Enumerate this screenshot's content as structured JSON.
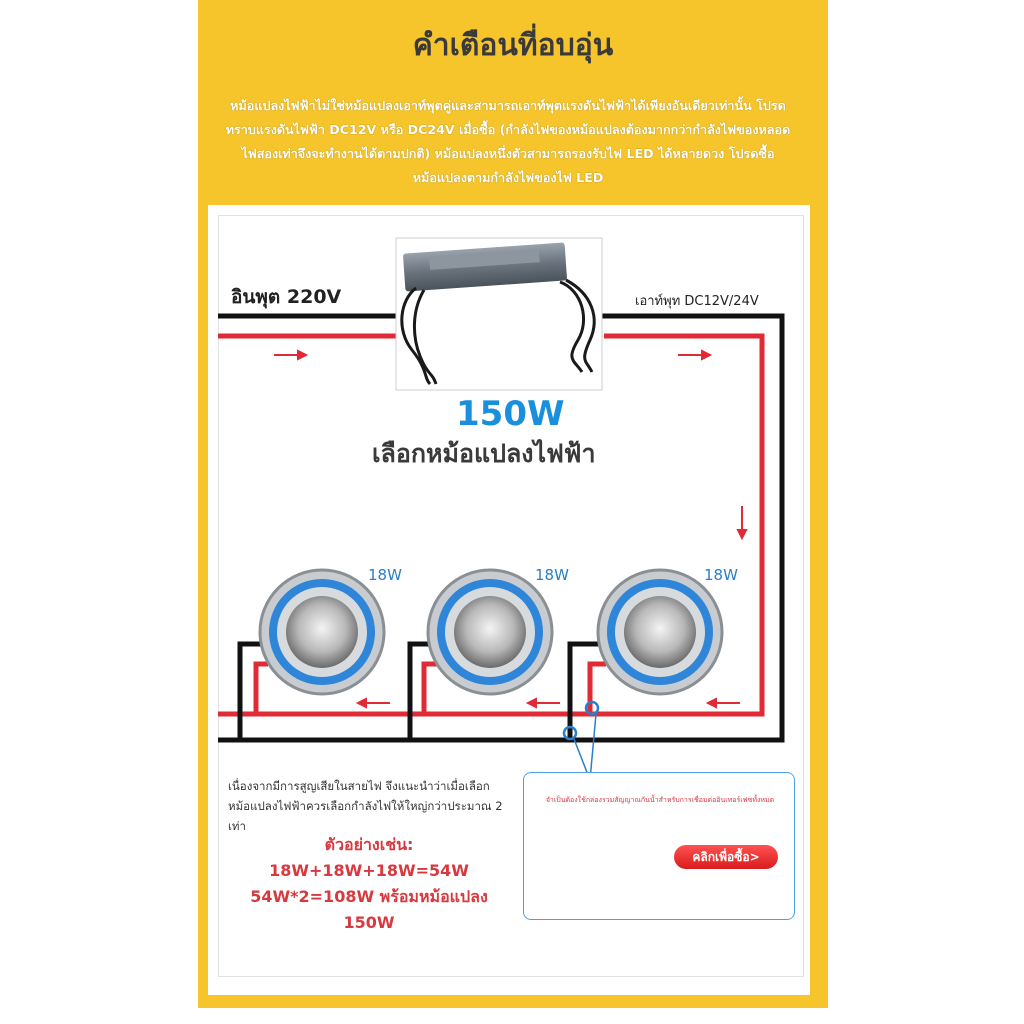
{
  "header": {
    "title": "คำเตือนที่อบอุ่น",
    "notice": "หม้อแปลงไฟฟ้าไม่ใช่หม้อแปลงเอาท์พุตคู่และสามารถเอาท์พุตแรงดันไฟฟ้าได้เพียงอันเดียวเท่านั้น โปรดทราบแรงดันไฟฟ้า DC12V หรือ DC24V เมื่อซื้อ (กำลังไฟของหม้อแปลงต้องมากกว่ากำลังไฟของหลอดไฟสองเท่าจึงจะทำงานได้ตามปกติ) หม้อแปลงหนึ่งตัวสามารถรองรับไฟ LED ได้หลายดวง โปรดซื้อหม้อแปลงตามกำลังไฟของไฟ LED"
  },
  "diagram": {
    "input_label": "อินพุต 220V",
    "output_label": "เอาท์พุท DC12V/24V",
    "transformer_watt": "150W",
    "transformer_caption": "เลือกหม้อแปลงไฟฟ้า",
    "lights": [
      {
        "watt": "18W"
      },
      {
        "watt": "18W"
      },
      {
        "watt": "18W"
      }
    ],
    "colors": {
      "panel": "#f6c52b",
      "wire_red": "#e02a36",
      "wire_black": "#111111",
      "accent_blue": "#1a8fdc"
    }
  },
  "footer": {
    "note": "เนื่องจากมีการสูญเสียในสายไฟ จึงแนะนำว่าเมื่อเลือกหม้อแปลงไฟฟ้าควรเลือกกำลังไฟให้ใหญ่กว่าประมาณ 2 เท่า",
    "example": "ตัวอย่างเช่น: 18W+18W+18W=54W 54W*2=108W พร้อมหม้อแปลง 150W",
    "junction_caption": "จำเป็นต้องใช้กล่องรวมสัญญาณกันน้ำสำหรับการเชื่อมต่ออินเทอร์เฟซทั้งหมด",
    "buy_button": "คลิกเพื่อซื้อ>"
  }
}
